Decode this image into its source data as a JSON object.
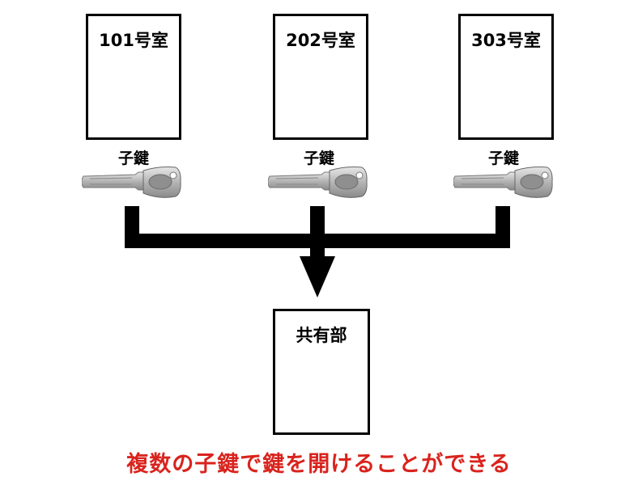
{
  "rooms": [
    {
      "label": "101号室",
      "key_label": "子鍵",
      "icon": "key-icon"
    },
    {
      "label": "202号室",
      "key_label": "子鍵",
      "icon": "key-icon"
    },
    {
      "label": "303号室",
      "key_label": "子鍵",
      "icon": "key-icon"
    }
  ],
  "common_area": {
    "label": "共有部"
  },
  "caption": {
    "text": "複数の子鍵で鍵を開けることができる"
  },
  "colors": {
    "line": "#000000",
    "caption": "#d9231d",
    "key_metal": "#a9a9a9"
  }
}
